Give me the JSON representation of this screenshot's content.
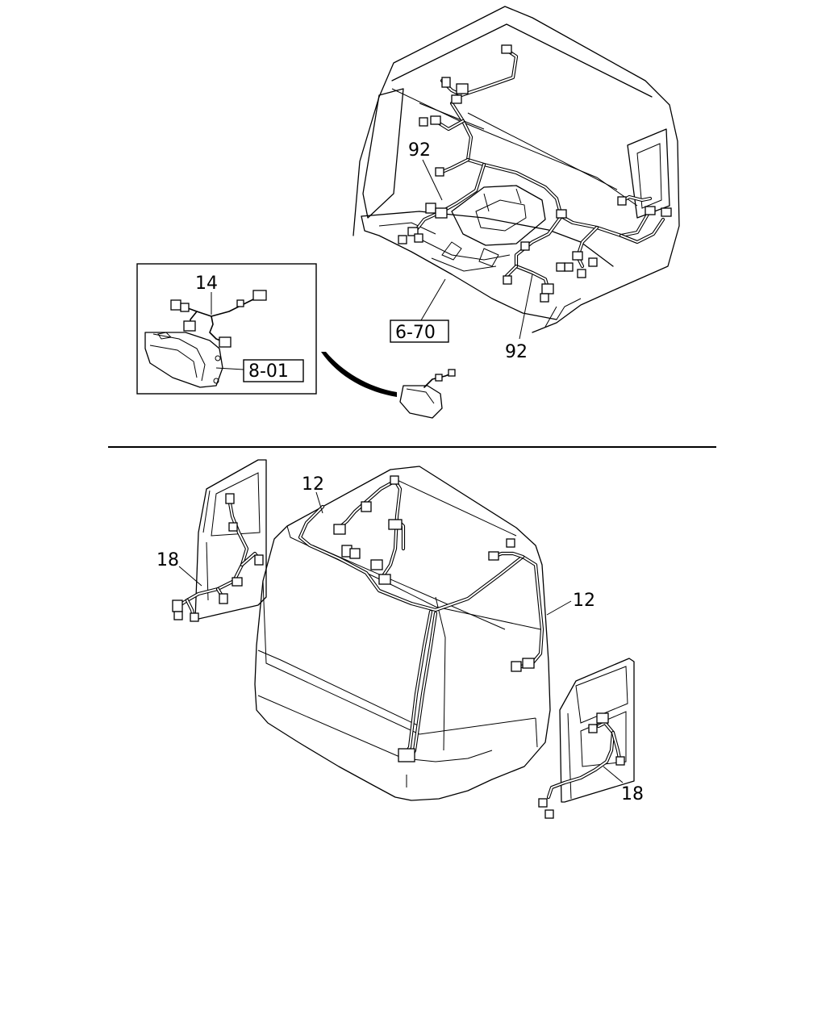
{
  "callouts": {
    "top_harness_left": "92",
    "top_harness_right": "92",
    "cab_floor_ref": "6-70",
    "headlamp_harness": "14",
    "headlamp_ref": "8-01",
    "roof_harness_top": "12",
    "roof_harness_right": "12",
    "door_harness_left": "18",
    "door_harness_right": "18"
  }
}
